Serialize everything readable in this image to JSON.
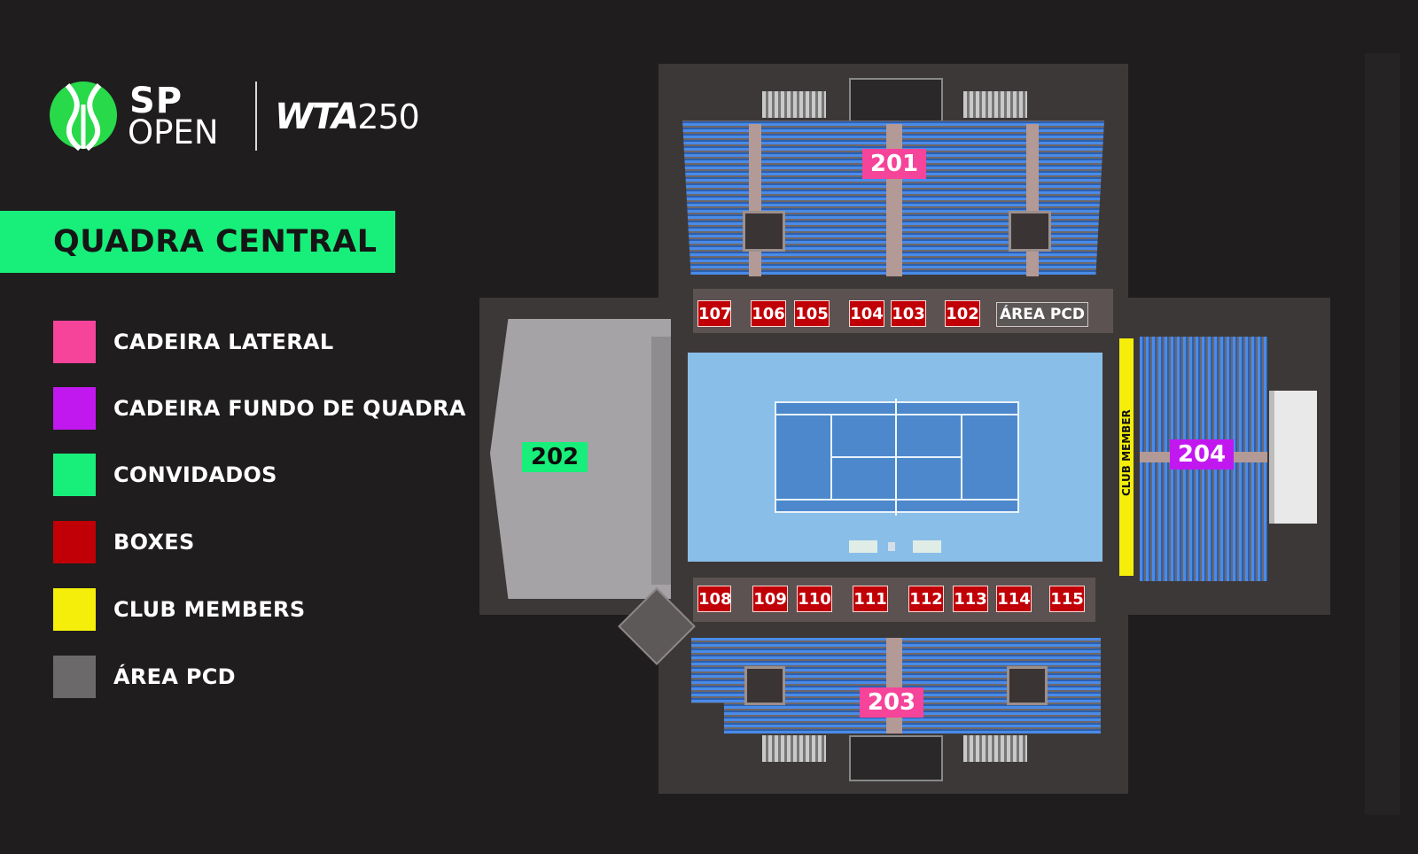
{
  "brand": {
    "sp": "SP",
    "open": "OPEN",
    "wta_letters": "WTA",
    "wta_number": "250",
    "logo_color": "#28d94a"
  },
  "venue": {
    "title": "QUADRA CENTRAL",
    "banner_color": "#18ee7a"
  },
  "legend": [
    {
      "label": "CADEIRA LATERAL",
      "color": "#f5449a"
    },
    {
      "label": "CADEIRA FUNDO DE QUADRA",
      "color": "#c218f0"
    },
    {
      "label": "CONVIDADOS",
      "color": "#18ee7a"
    },
    {
      "label": "BOXES",
      "color": "#c00006"
    },
    {
      "label": "CLUB MEMBERS",
      "color": "#f4ee0a"
    },
    {
      "label": "ÁREA PCD",
      "color": "#6b6969"
    }
  ],
  "map": {
    "sections": {
      "s201": {
        "label": "201",
        "color": "#f5449a"
      },
      "s202": {
        "label": "202",
        "color": "#18ee7a"
      },
      "s203": {
        "label": "203",
        "color": "#f5449a"
      },
      "s204": {
        "label": "204",
        "color": "#c218f0"
      }
    },
    "boxes_top": [
      "107",
      "106",
      "105",
      "104",
      "103",
      "102"
    ],
    "boxes_bottom": [
      "108",
      "109",
      "110",
      "111",
      "112",
      "113",
      "114",
      "115"
    ],
    "pcd_label": "ÁREA PCD",
    "club_member_label": "CLUB MEMBER"
  }
}
